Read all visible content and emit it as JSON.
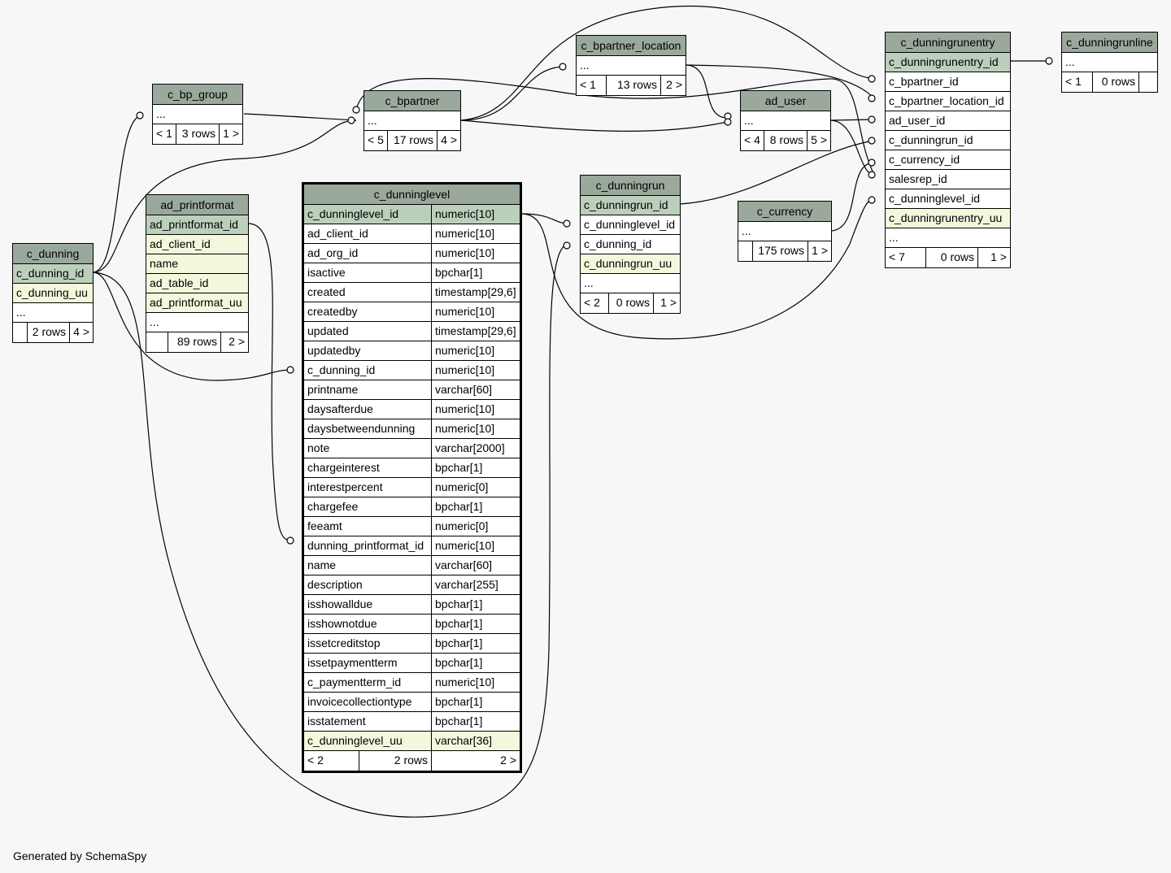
{
  "footer": "Generated by SchemaSpy",
  "colors": {
    "header": "#9ba89c",
    "pk": "#bccfbb",
    "indexed": "#f4f7dc",
    "background": "#f7f7f7"
  },
  "tables": {
    "c_dunning": {
      "name": "c_dunning",
      "rows": [
        "c_dunning_id",
        "c_dunning_uu",
        "..."
      ],
      "foot": [
        "",
        "2 rows",
        "4 >"
      ]
    },
    "c_bp_group": {
      "name": "c_bp_group",
      "rows": [
        "..."
      ],
      "foot": [
        "< 1",
        "3 rows",
        "1 >"
      ]
    },
    "ad_printformat": {
      "name": "ad_printformat",
      "rows": [
        "ad_printformat_id",
        "ad_client_id",
        "name",
        "ad_table_id",
        "ad_printformat_uu",
        "..."
      ],
      "foot": [
        "",
        "89 rows",
        "2 >"
      ]
    },
    "c_bpartner": {
      "name": "c_bpartner",
      "rows": [
        "..."
      ],
      "foot": [
        "< 5",
        "17 rows",
        "4 >"
      ]
    },
    "c_bpartner_location": {
      "name": "c_bpartner_location",
      "rows": [
        "..."
      ],
      "foot": [
        "< 1",
        "13 rows",
        "2 >"
      ]
    },
    "ad_user": {
      "name": "ad_user",
      "rows": [
        "..."
      ],
      "foot": [
        "< 4",
        "8 rows",
        "5 >"
      ]
    },
    "c_dunningrun": {
      "name": "c_dunningrun",
      "rows": [
        "c_dunningrun_id",
        "c_dunninglevel_id",
        "c_dunning_id",
        "c_dunningrun_uu",
        "..."
      ],
      "foot": [
        "< 2",
        "0 rows",
        "1 >"
      ]
    },
    "c_currency": {
      "name": "c_currency",
      "rows": [
        "..."
      ],
      "foot": [
        "",
        "175 rows",
        "1 >"
      ]
    },
    "c_dunningrunentry": {
      "name": "c_dunningrunentry",
      "rows": [
        "c_dunningrunentry_id",
        "c_bpartner_id",
        "c_bpartner_location_id",
        "ad_user_id",
        "c_dunningrun_id",
        "c_currency_id",
        "salesrep_id",
        "c_dunninglevel_id",
        "c_dunningrunentry_uu",
        "..."
      ],
      "foot": [
        "< 7",
        "0 rows",
        "1 >"
      ]
    },
    "c_dunningrunline": {
      "name": "c_dunningrunline",
      "rows": [
        "..."
      ],
      "foot": [
        "< 1",
        "0 rows",
        ""
      ]
    },
    "c_dunninglevel": {
      "name": "c_dunninglevel",
      "columns": [
        {
          "name": "c_dunninglevel_id",
          "type": "numeric[10]"
        },
        {
          "name": "ad_client_id",
          "type": "numeric[10]"
        },
        {
          "name": "ad_org_id",
          "type": "numeric[10]"
        },
        {
          "name": "isactive",
          "type": "bpchar[1]"
        },
        {
          "name": "created",
          "type": "timestamp[29,6]"
        },
        {
          "name": "createdby",
          "type": "numeric[10]"
        },
        {
          "name": "updated",
          "type": "timestamp[29,6]"
        },
        {
          "name": "updatedby",
          "type": "numeric[10]"
        },
        {
          "name": "c_dunning_id",
          "type": "numeric[10]"
        },
        {
          "name": "printname",
          "type": "varchar[60]"
        },
        {
          "name": "daysafterdue",
          "type": "numeric[10]"
        },
        {
          "name": "daysbetweendunning",
          "type": "numeric[10]"
        },
        {
          "name": "note",
          "type": "varchar[2000]"
        },
        {
          "name": "chargeinterest",
          "type": "bpchar[1]"
        },
        {
          "name": "interestpercent",
          "type": "numeric[0]"
        },
        {
          "name": "chargefee",
          "type": "bpchar[1]"
        },
        {
          "name": "feeamt",
          "type": "numeric[0]"
        },
        {
          "name": "dunning_printformat_id",
          "type": "numeric[10]"
        },
        {
          "name": "name",
          "type": "varchar[60]"
        },
        {
          "name": "description",
          "type": "varchar[255]"
        },
        {
          "name": "isshowalldue",
          "type": "bpchar[1]"
        },
        {
          "name": "isshownotdue",
          "type": "bpchar[1]"
        },
        {
          "name": "issetcreditstop",
          "type": "bpchar[1]"
        },
        {
          "name": "issetpaymentterm",
          "type": "bpchar[1]"
        },
        {
          "name": "c_paymentterm_id",
          "type": "numeric[10]"
        },
        {
          "name": "invoicecollectiontype",
          "type": "bpchar[1]"
        },
        {
          "name": "isstatement",
          "type": "bpchar[1]"
        },
        {
          "name": "c_dunninglevel_uu",
          "type": "varchar[36]"
        }
      ],
      "foot": [
        "< 2",
        "2 rows",
        "2 >"
      ]
    }
  }
}
